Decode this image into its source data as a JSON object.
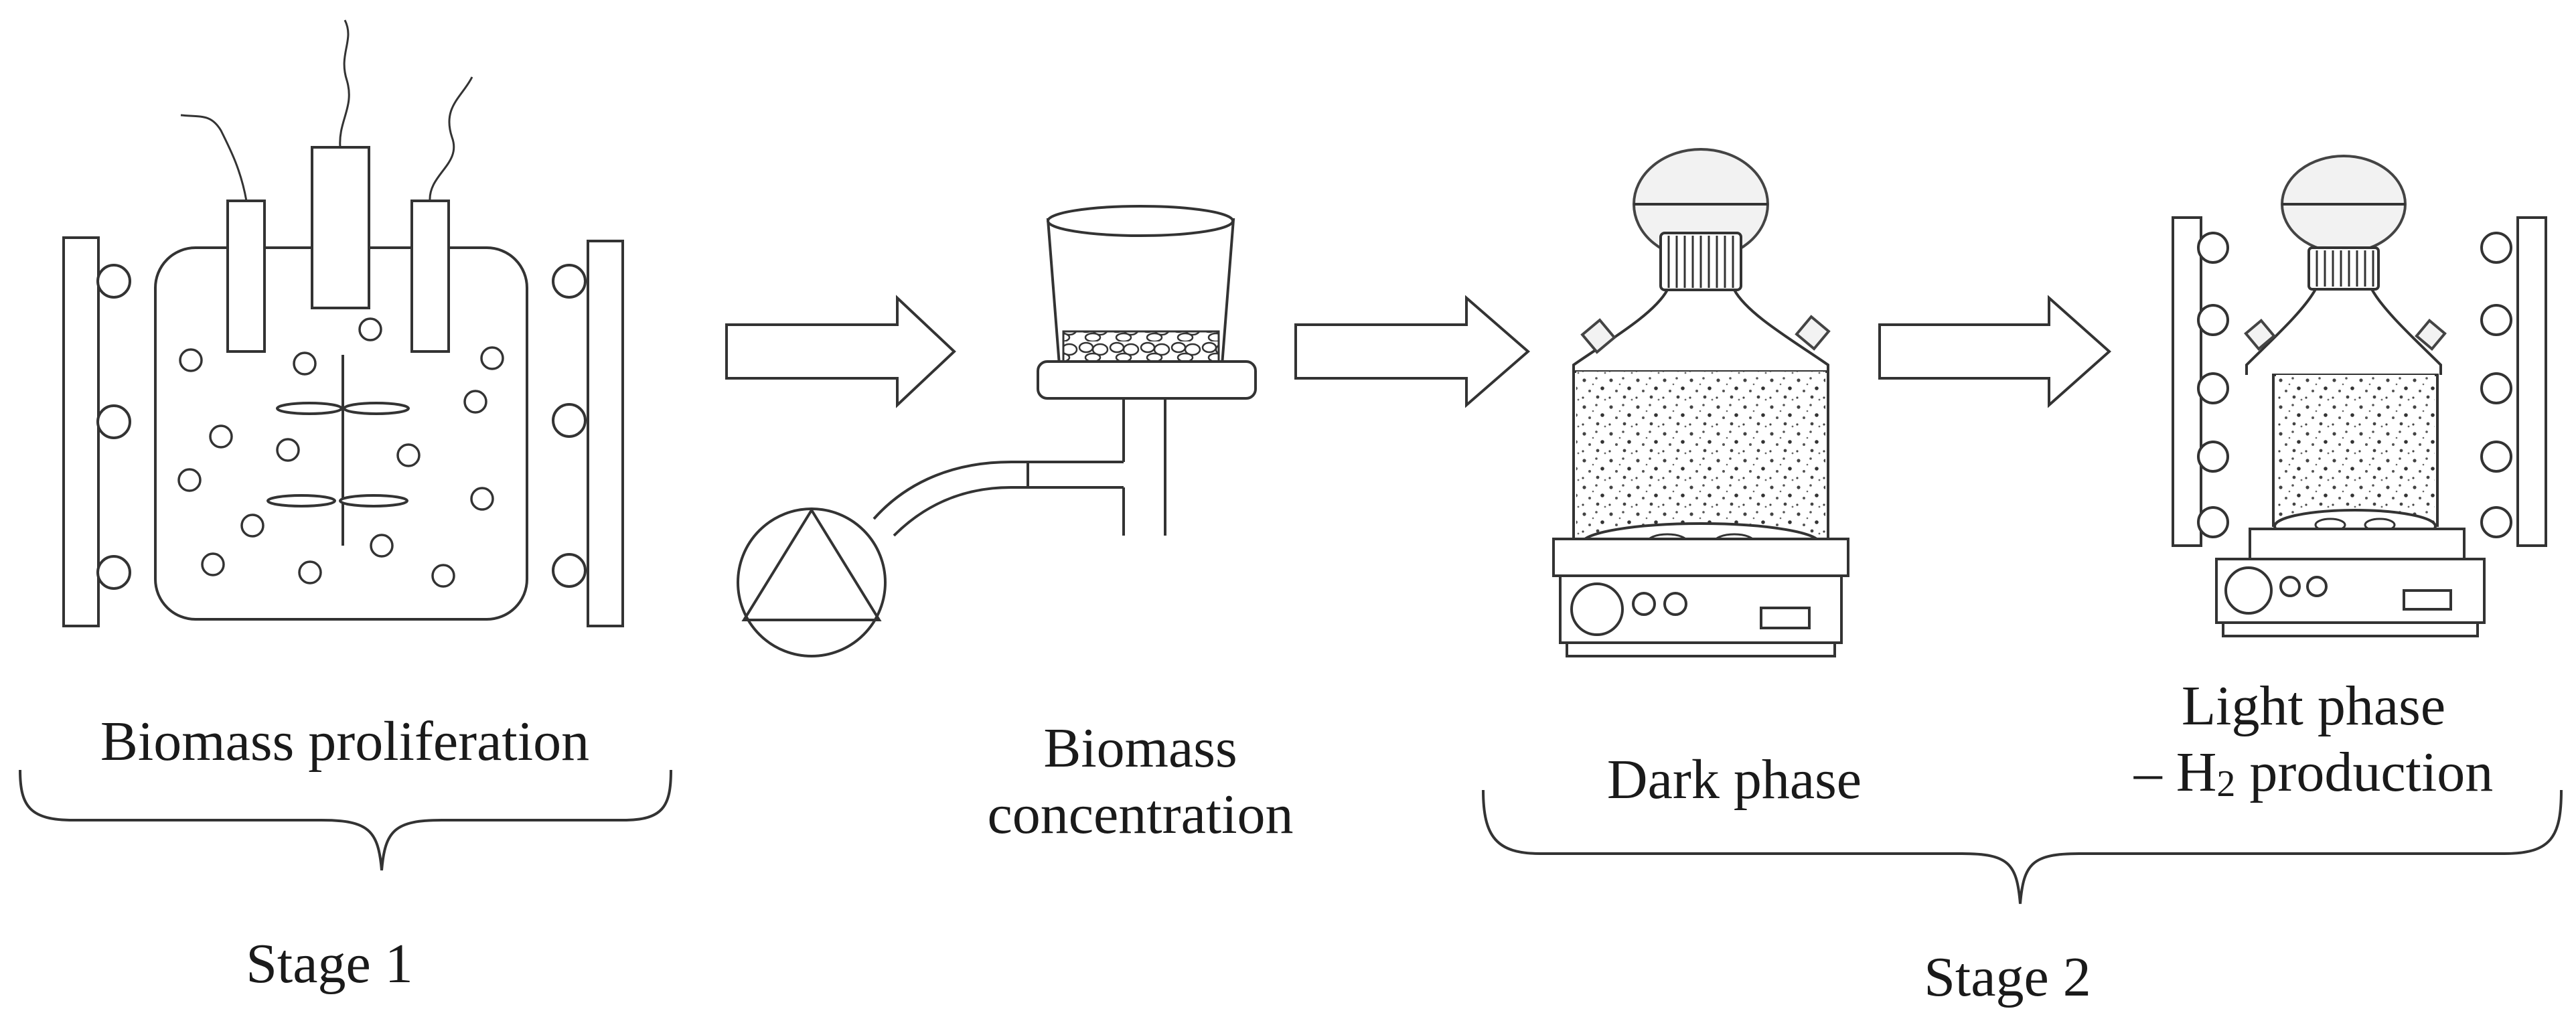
{
  "labels": {
    "biomass_proliferation": "Biomass proliferation",
    "biomass_concentration_1": "Biomass",
    "biomass_concentration_2": "concentration",
    "dark_phase": "Dark phase",
    "light_phase_1": "Light phase",
    "light_phase_2_prefix": "– H",
    "light_phase_2_sub": "2",
    "light_phase_2_suffix": " production",
    "stage_1": "Stage 1",
    "stage_2": "Stage 2"
  },
  "colors": {
    "line": "#333333",
    "text": "#1a1a1a",
    "background": "#ffffff"
  },
  "icons": [
    "photobioreactor-icon",
    "filtration-funnel-icon",
    "vacuum-pump-icon",
    "magnetic-stirrer-bottle-icon",
    "flow-arrow-icon",
    "curly-brace-icon"
  ]
}
